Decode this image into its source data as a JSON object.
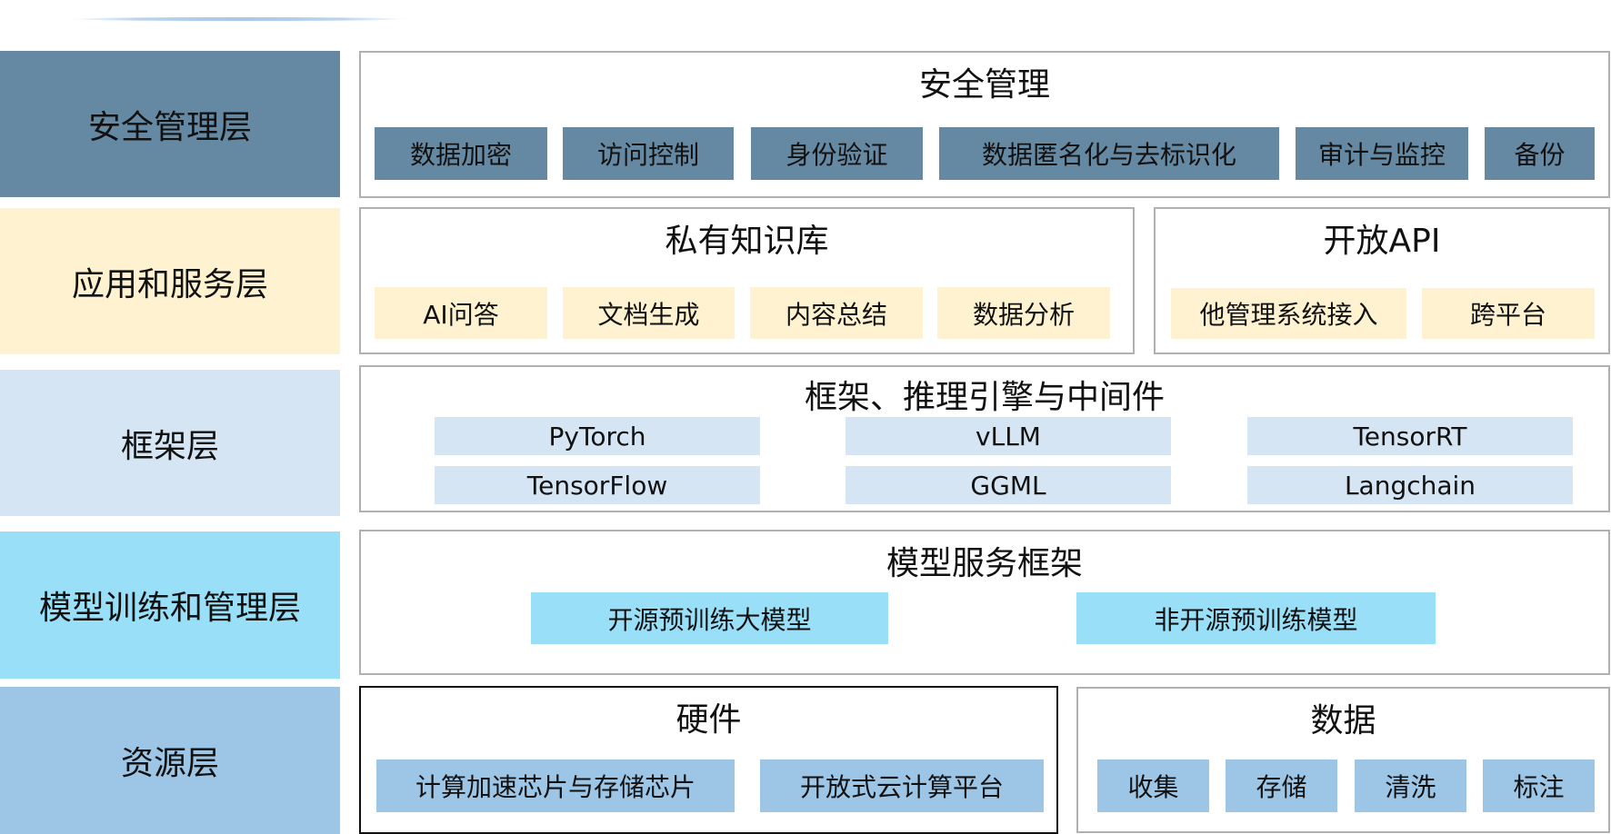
{
  "layers": {
    "security": {
      "label": "安全管理层",
      "color": "#6689a3"
    },
    "application": {
      "label": "应用和服务层",
      "color": "#fff2d1"
    },
    "framework": {
      "label": "框架层",
      "color": "#d5e5f4"
    },
    "model": {
      "label": "模型训练和管理层",
      "color": "#99dff7"
    },
    "resource": {
      "label": "资源层",
      "color": "#9cc5e6"
    }
  },
  "security_panel": {
    "title": "安全管理",
    "items": [
      "数据加密",
      "访问控制",
      "身份验证",
      "数据匿名化与去标识化",
      "审计与监控",
      "备份"
    ]
  },
  "private_kb_panel": {
    "title": "私有知识库",
    "items": [
      "AI问答",
      "文档生成",
      "内容总结",
      "数据分析"
    ]
  },
  "open_api_panel": {
    "title": "开放API",
    "items": [
      "他管理系统接入",
      "跨平台"
    ]
  },
  "framework_panel": {
    "title": "框架、推理引擎与中间件",
    "items": [
      "PyTorch",
      "vLLM",
      "TensorRT",
      "TensorFlow",
      "GGML",
      "Langchain"
    ]
  },
  "model_panel": {
    "title": "模型服务框架",
    "items": [
      "开源预训练大模型",
      "非开源预训练模型"
    ]
  },
  "hardware_panel": {
    "title": "硬件",
    "items": [
      "计算加速芯片与存储芯片",
      "开放式云计算平台"
    ]
  },
  "data_panel": {
    "title": "数据",
    "items": [
      "收集",
      "存储",
      "清洗",
      "标注"
    ]
  }
}
